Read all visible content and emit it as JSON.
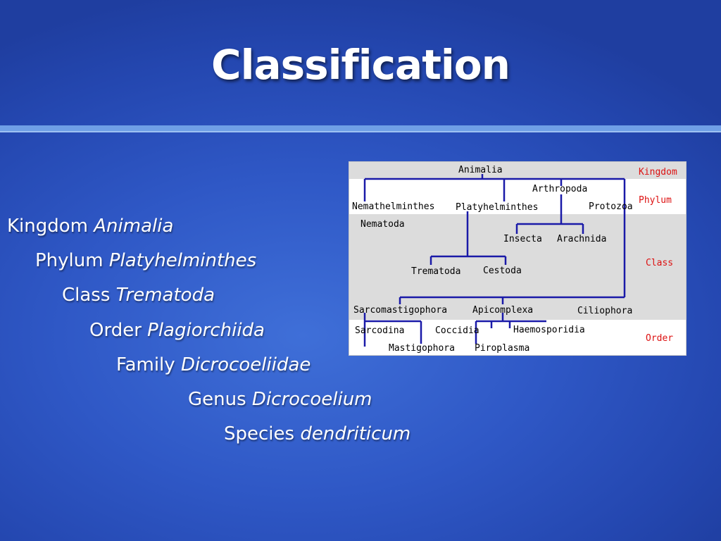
{
  "slide": {
    "title": "Classification",
    "hierarchy": [
      {
        "rank": "Kingdom",
        "name": "Animalia"
      },
      {
        "rank": "Phylum",
        "name": "Platyhelminthes"
      },
      {
        "rank": "Class",
        "name": "Trematoda"
      },
      {
        "rank": "Order",
        "name": "Plagiorchiida"
      },
      {
        "rank": "Family",
        "name": "Dicrocoeliidae"
      },
      {
        "rank": "Genus",
        "name": "Dicrocoelium"
      },
      {
        "rank": "Species",
        "name": "dendriticum"
      }
    ]
  },
  "tree": {
    "ranks": {
      "kingdom": "Kingdom",
      "phylum": "Phylum",
      "class": "Class",
      "order": "Order"
    },
    "nodes": {
      "animalia": "Animalia",
      "arthropoda": "Arthropoda",
      "nemathelminthes": "Nemathelminthes",
      "platyhelminthes": "Platyhelminthes",
      "protozoa": "Protozoa",
      "nematoda": "Nematoda",
      "insecta": "Insecta",
      "arachnida": "Arachnida",
      "trematoda": "Trematoda",
      "cestoda": "Cestoda",
      "sarcomastigophora": "Sarcomastigophora",
      "apicomplexa": "Apicomplexa",
      "ciliophora": "Ciliophora",
      "sarcodina": "Sarcodina",
      "coccidia": "Coccidia",
      "haemosporidia": "Haemosporidia",
      "mastigophora": "Mastigophora",
      "piroplasma": "Piroplasma"
    },
    "colors": {
      "band": "#dcdcdc",
      "connector": "#1a1aa8",
      "rank_label": "#dd1111"
    }
  }
}
